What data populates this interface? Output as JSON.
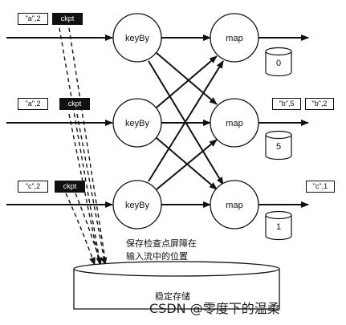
{
  "streams": [
    {
      "record": "\"a\",2",
      "barrier": "ckpt"
    },
    {
      "record": "\"a\",2",
      "barrier": "ckpt"
    },
    {
      "record": "\"c\",2",
      "barrier": "ckpt"
    }
  ],
  "keyby_nodes": [
    "keyBy",
    "keyBy",
    "keyBy"
  ],
  "map_nodes": [
    "map",
    "map",
    "map"
  ],
  "states": [
    "0",
    "5",
    "1"
  ],
  "outputs": {
    "row2": [
      "\"b\",5",
      "\"b\",2"
    ],
    "row3": [
      "\"c\",1"
    ]
  },
  "note": {
    "line1": "保存检查点屏障在",
    "line2": "输入流中的位置"
  },
  "storage_label": "稳定存储",
  "watermark": "CSDN @零度下的温柔"
}
